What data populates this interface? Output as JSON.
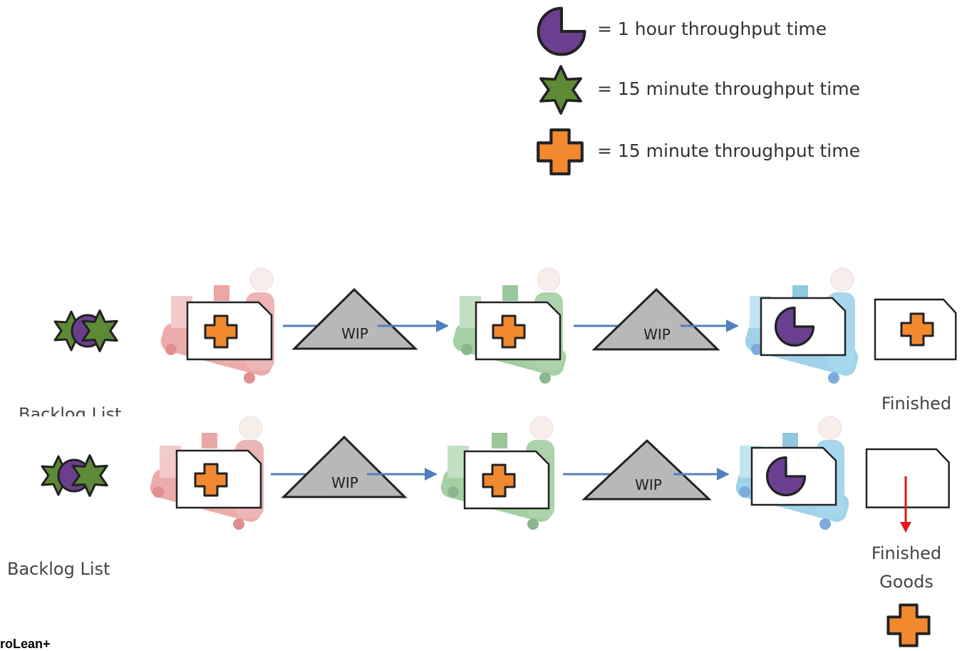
{
  "colors": {
    "hour_shape": "#6b3f8f",
    "star_shape": "#5d8a36",
    "cross_shape": "#f2892f",
    "flow_arrow": "#4f7fbf",
    "wip_triangle": "#b8b8b8",
    "pull_arrow": "#e3161b",
    "station_1": "#e06a6a",
    "station_2": "#5aaa5a",
    "station_3": "#4fb0d8"
  },
  "legend": [
    {
      "icon": "pie-three-quarter-icon",
      "text": "= 1 hour throughput time"
    },
    {
      "icon": "six-point-star-icon",
      "text": "= 15 minute throughput time"
    },
    {
      "icon": "cross-icon",
      "text": "= 15 minute throughput time"
    }
  ],
  "rows": [
    {
      "backlog_label": "Backlog List",
      "wip_labels": [
        "WIP",
        "WIP"
      ],
      "stations": [
        "cross-icon",
        "cross-icon",
        "pie-three-quarter-icon"
      ],
      "finished_label": "Finished",
      "finished_card": "cross-icon"
    },
    {
      "backlog_label": "Backlog List",
      "wip_labels": [
        "WIP",
        "WIP"
      ],
      "stations": [
        "cross-icon",
        "cross-icon",
        "pie-three-quarter-icon"
      ],
      "finished_label_line1": "Finished",
      "finished_label_line2": "Goods",
      "finished_card": "empty",
      "finished_output": "cross-icon"
    }
  ],
  "footer_text": "roLean+"
}
